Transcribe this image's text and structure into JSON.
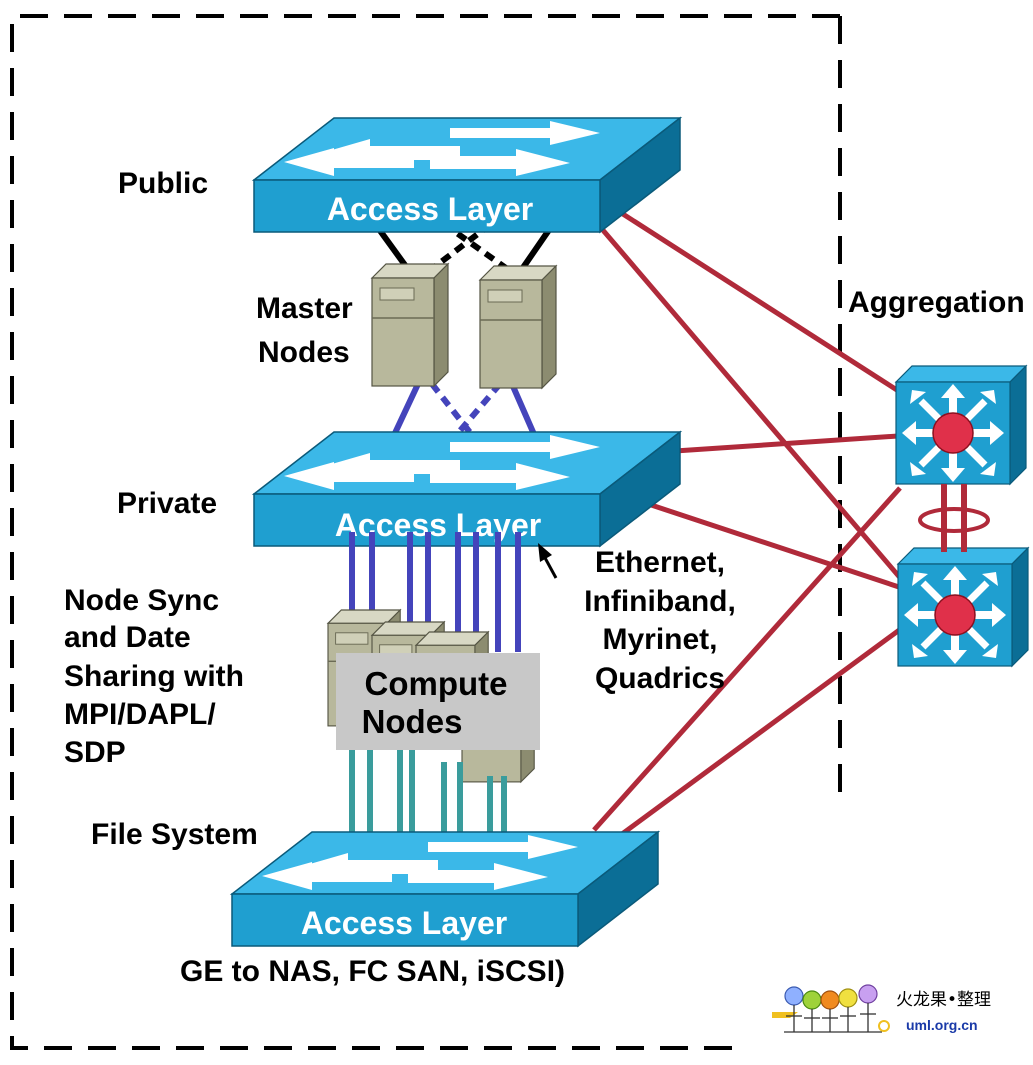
{
  "labels": {
    "public": "Public",
    "master": "Master",
    "nodes": "Nodes",
    "private": "Private",
    "aggregation": "Aggregation",
    "sync_lines": [
      "Node Sync",
      "and Date",
      "Sharing with",
      "MPI/DAPL/",
      "SDP"
    ],
    "ethernet_lines": [
      "Ethernet,",
      "Infiniband,",
      "Myrinet,",
      "Quadrics"
    ],
    "compute_lines": [
      "Compute",
      "Nodes"
    ],
    "file_system": "File System",
    "bottom": "GE  to NAS, FC SAN, iSCSI)"
  },
  "switches": {
    "public_label": "Access Layer",
    "private_label": "Access Layer",
    "fs_label": "Access Layer"
  },
  "watermark": {
    "chinese": "火龙果•整理",
    "url": "uml.org.cn"
  },
  "colors": {
    "switch_face": "#1f9fd0",
    "switch_top": "#3bb8e8",
    "switch_side": "#0b6e96",
    "red_link": "#b02a3a",
    "blue_link": "#4444bb",
    "teal_link": "#3a9c9c",
    "server": "#b8b89c",
    "router_dot": "#e0304a"
  },
  "icons": [
    "switch-icon",
    "server-icon",
    "router-icon",
    "arrow-pointer-icon",
    "logo-icon"
  ]
}
